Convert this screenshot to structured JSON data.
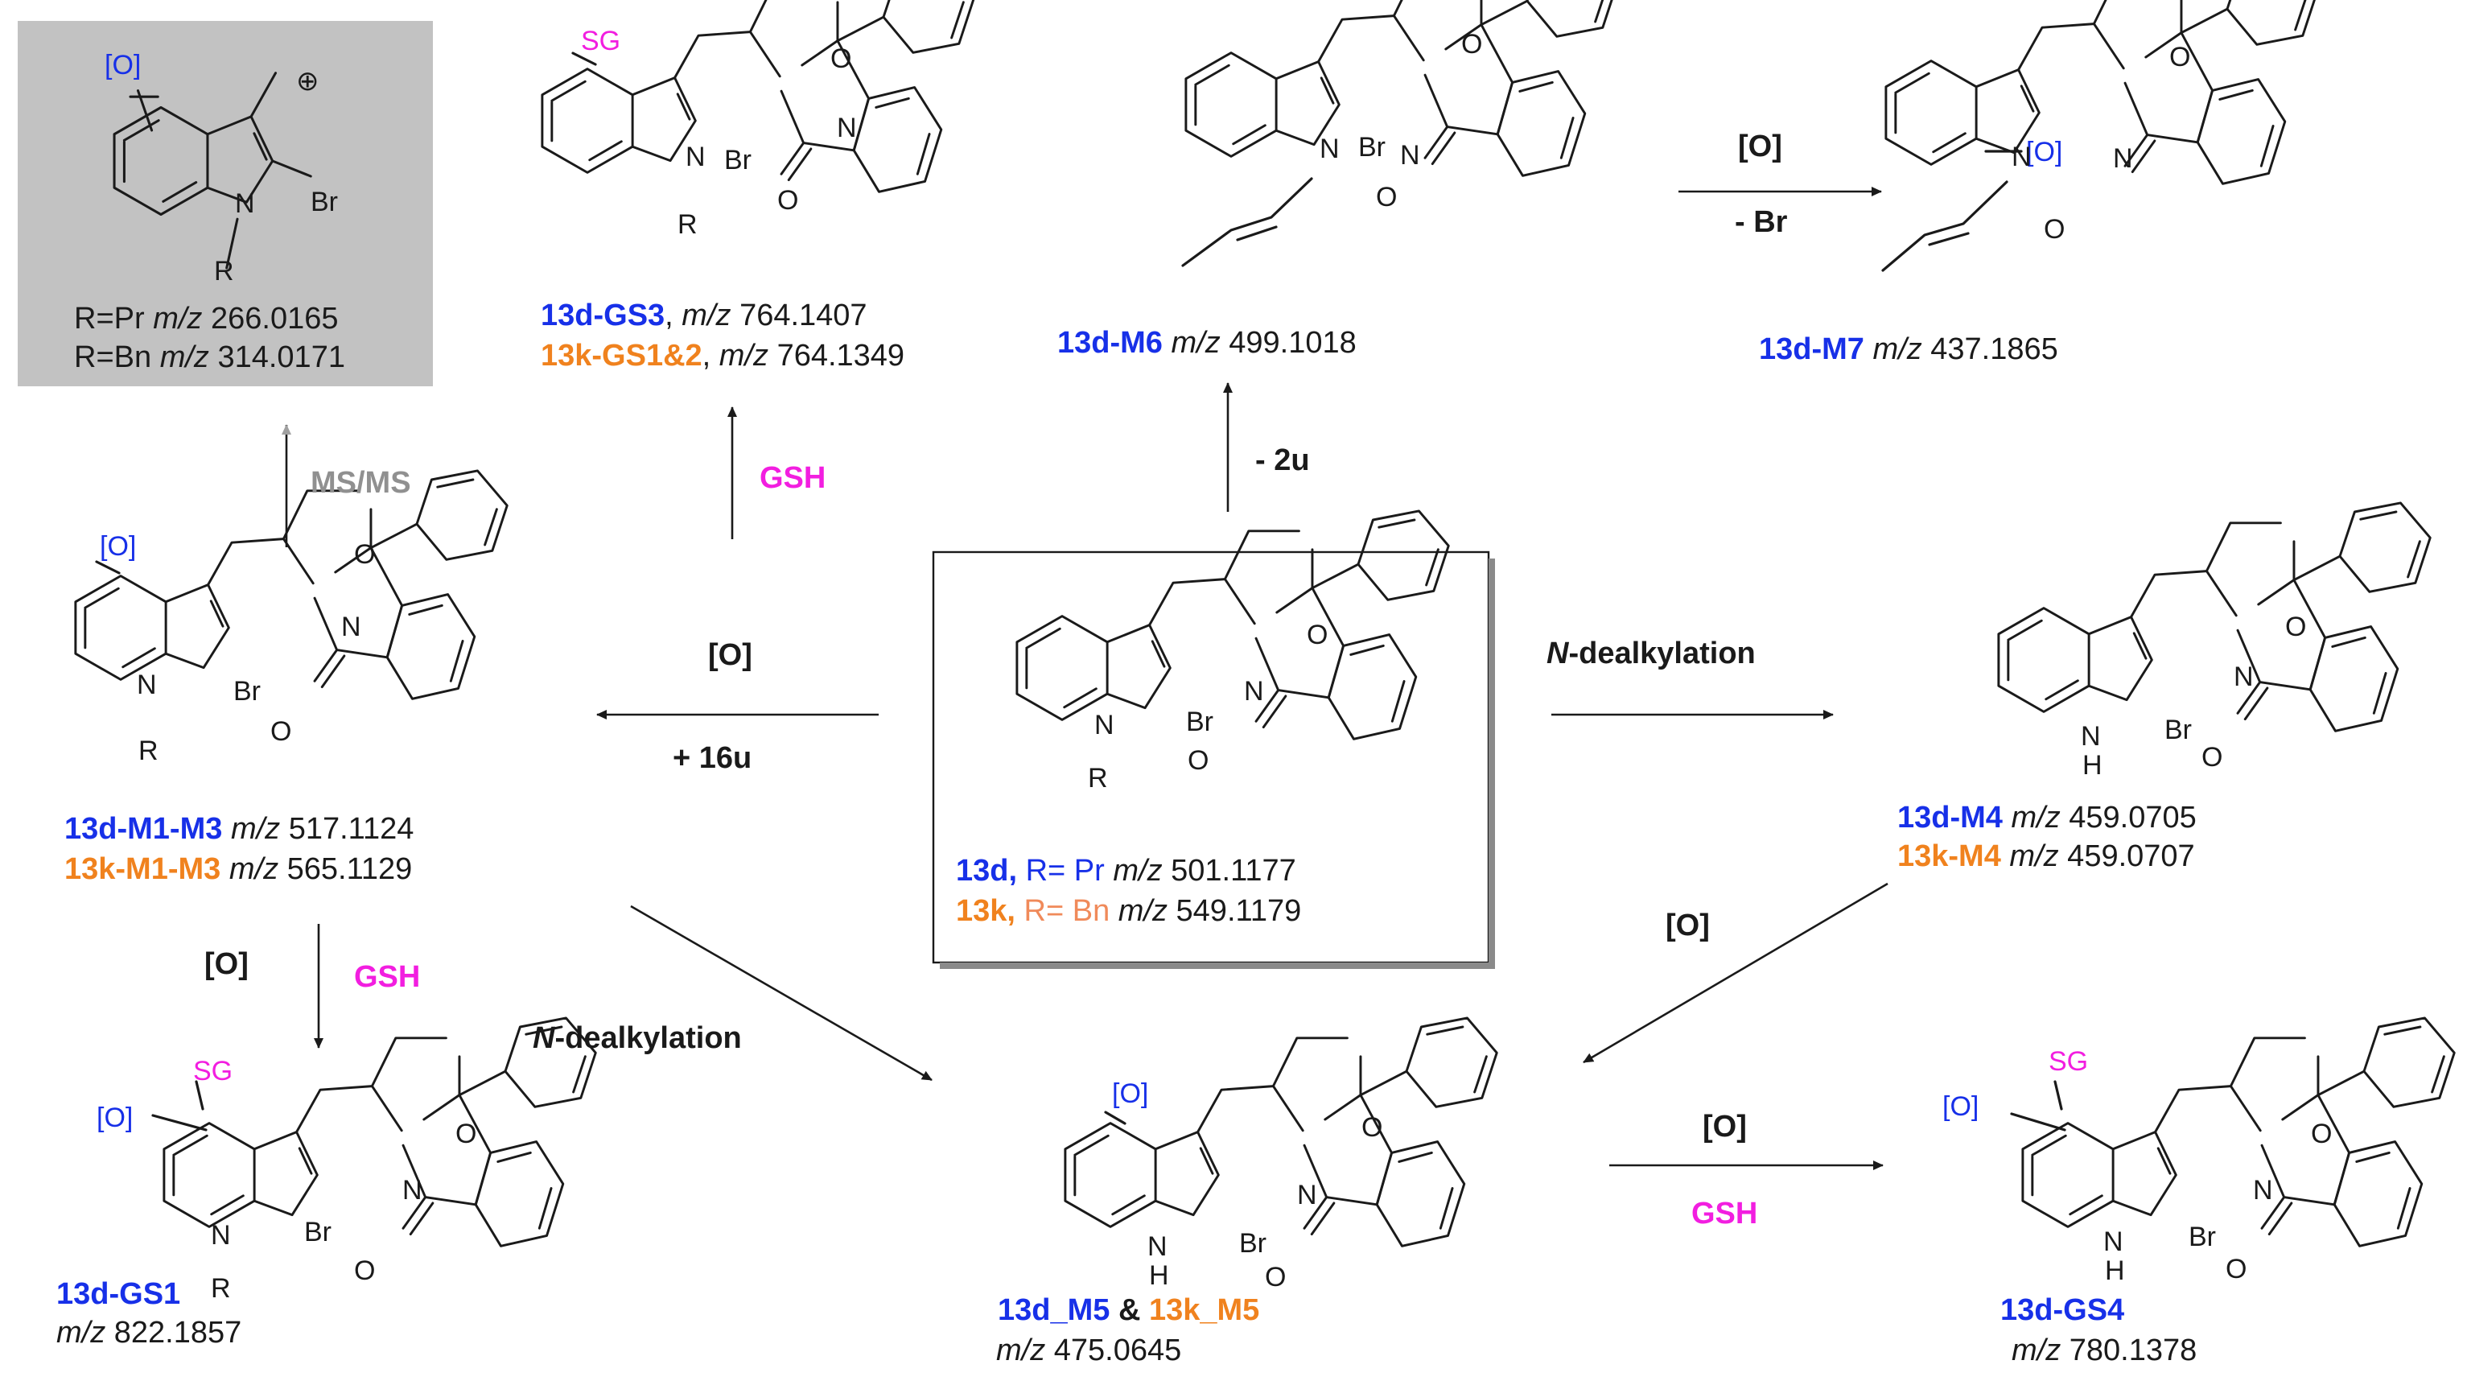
{
  "colors": {
    "blue": "#1730e8",
    "orange": "#f0821e",
    "magenta": "#f21ee0",
    "grey": "#909090",
    "salmon": "#f08a5a"
  },
  "fragment": {
    "oxid": "[O]",
    "charge": "⊕",
    "br": "Br",
    "n": "N",
    "r": "R",
    "line1_pre": "R=Pr",
    "line1_mz": "m/z",
    "line1_val": " 266.0165",
    "line2_pre": "R=Bn",
    "line2_mz": "m/z",
    "line2_val": " 314.0171"
  },
  "gs3": {
    "sg": "SG",
    "br": "Br",
    "n": "N",
    "n2": "N",
    "r": "R",
    "o": "O",
    "o2": "O",
    "l1_name": "13d-GS3",
    "l1_sep": ", ",
    "l1_mz": "m/z",
    "l1_val": " 764.1407",
    "l2_name": "13k-GS1&2",
    "l2_sep": ", ",
    "l2_mz": "m/z",
    "l2_val": " 764.1349"
  },
  "m6": {
    "br": "Br",
    "n": "N",
    "n2": "N",
    "o": "O",
    "o2": "O",
    "name": "13d-M6",
    "mz": "m/z",
    "val": " 499.1018"
  },
  "m7": {
    "oxid": "[O]",
    "n": "N",
    "n2": "N",
    "o": "O",
    "o2": "O",
    "name": "13d-M7",
    "mz": "m/z",
    "val": " 437.1865"
  },
  "m1m3": {
    "oxid": "[O]",
    "br": "Br",
    "n": "N",
    "n2": "N",
    "r": "R",
    "o": "O",
    "o2": "O",
    "l1_name": "13d-M1-M3",
    "l1_mz": "m/z",
    "l1_val": " 517.1124",
    "l2_name": "13k-M1-M3",
    "l2_mz": "m/z",
    "l2_val": " 565.1129"
  },
  "center": {
    "br": "Br",
    "n": "N",
    "n2": "N",
    "r": "R",
    "o": "O",
    "o2": "O",
    "l1_name": "13d,",
    "l1_r": " R= Pr",
    "l1_mz": "m/z",
    "l1_val": " 501.1177",
    "l2_name": "13k,",
    "l2_r": " R= Bn",
    "l2_mz": "m/z",
    "l2_val": " 549.1179"
  },
  "m4": {
    "br": "Br",
    "nh": "N",
    "h": "H",
    "n2": "N",
    "o": "O",
    "o2": "O",
    "l1_name": "13d-M4",
    "l1_mz": "m/z",
    "l1_val": " 459.0705",
    "l2_name": "13k-M4",
    "l2_mz": "m/z",
    "l2_val": " 459.0707"
  },
  "gs1": {
    "oxid": "[O]",
    "sg": "SG",
    "br": "Br",
    "n": "N",
    "n2": "N",
    "r": "R",
    "o": "O",
    "o2": "O",
    "name": "13d-GS1",
    "mz": "m/z",
    "val": " 822.1857"
  },
  "m5": {
    "oxid": "[O]",
    "br": "Br",
    "nh": "N",
    "h": "H",
    "n2": "N",
    "o": "O",
    "o2": "O",
    "name1": "13d_M5",
    "amp": " & ",
    "name2": "13k_M5",
    "mz": "m/z",
    "val": " 475.0645"
  },
  "gs4": {
    "oxid": "[O]",
    "sg": "SG",
    "br": "Br",
    "nh": "N",
    "h": "H",
    "n2": "N",
    "o": "O",
    "o2": "O",
    "name": "13d-GS4",
    "mz": "m/z",
    "val": " 780.1378"
  },
  "arrows": {
    "msms": "MS/MS",
    "gsh_up": "GSH",
    "minus2u": "- 2u",
    "oxid_m7": "[O]",
    "minus_br": "- Br",
    "oxid_left": "[O]",
    "plus16u": "+ 16u",
    "ndealk_right_italic": "N",
    "ndealk_right_rest": "-dealkylation",
    "oxid_down": "[O]",
    "gsh_down": "GSH",
    "ndealk_diag_italic": "N",
    "ndealk_diag_rest": "-dealkylation",
    "oxid_m4": "[O]",
    "oxid_gs4": "[O]",
    "gsh_gs4": "GSH"
  }
}
